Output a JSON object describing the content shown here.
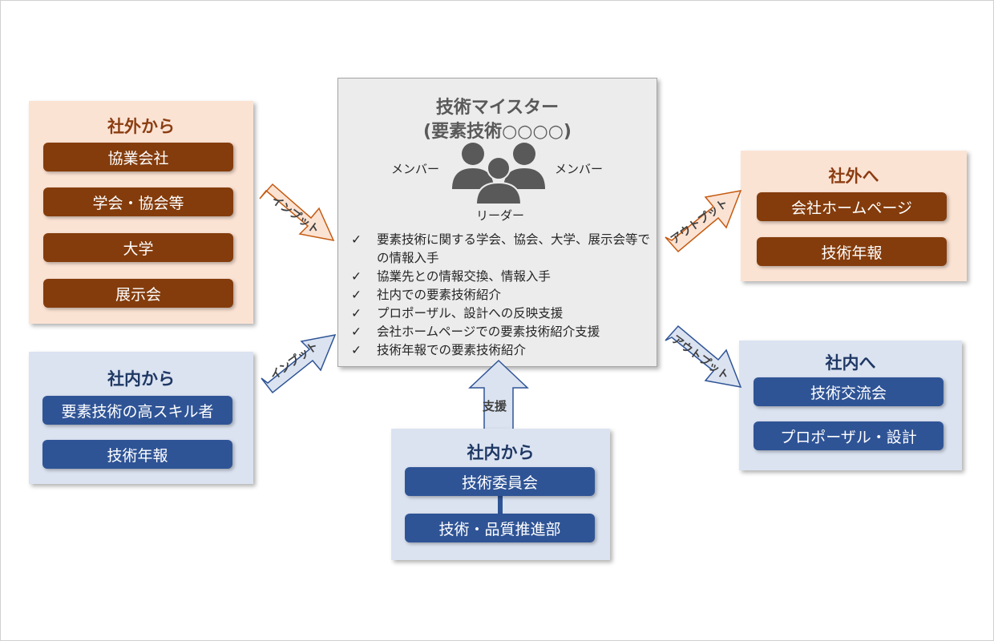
{
  "external_in": {
    "title": "社外から",
    "items": [
      "協業会社",
      "学会・協会等",
      "大学",
      "展示会"
    ]
  },
  "internal_in": {
    "title": "社内から",
    "items": [
      "要素技術の高スキル者",
      "技術年報"
    ]
  },
  "center": {
    "title_line1": "技術マイスター",
    "title_line2": "(要素技術○○○○)",
    "member_left": "メンバー",
    "member_right": "メンバー",
    "leader": "リーダー",
    "check_mark": "✓",
    "tasks": [
      "要素技術に関する学会、協会、大学、展示会等での情報入手",
      "協業先との情報交換、情報入手",
      "社内での要素技術紹介",
      "プロポーザル、設計への反映支援",
      "会社ホームページでの要素技術紹介支援",
      "技術年報での要素技術紹介"
    ]
  },
  "support": {
    "arrow_label": "支援",
    "title": "社内から",
    "items": [
      "技術委員会",
      "技術・品質推進部"
    ]
  },
  "external_out": {
    "title": "社外へ",
    "items": [
      "会社ホームページ",
      "技術年報"
    ]
  },
  "internal_out": {
    "title": "社内へ",
    "items": [
      "技術交流会",
      "プロポーザル・設計"
    ]
  },
  "arrows": {
    "input_external": "インプット",
    "input_internal": "インプット",
    "output_external": "アウトプット",
    "output_internal": "アウトプット"
  },
  "colors": {
    "brown_fill": "#843c0c",
    "brown_panel": "#fbe3d4",
    "blue_fill": "#2f5496",
    "blue_panel": "#dbe3f1",
    "center_panel": "#ececec",
    "people_icon": "#595959"
  }
}
